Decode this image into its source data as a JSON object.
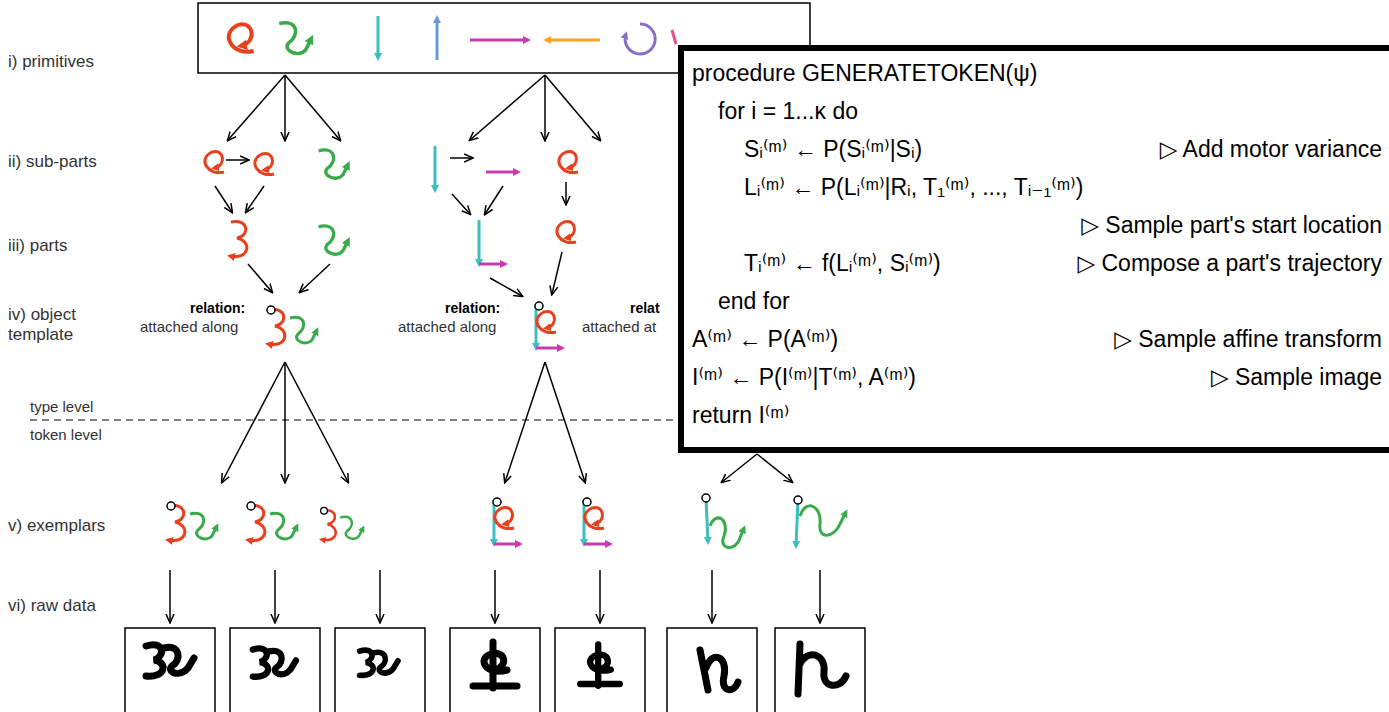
{
  "diagram": {
    "nodes": [
      {
        "text": [
          "procedure GENERATETOKEN(ψ)",
          "for i = 1...κ do",
          "Sᵢ⁽ᵐ⁾ ← P(Sᵢ⁽ᵐ⁾|Sᵢ)",
          "▷ Add motor variance",
          "Lᵢ⁽ᵐ⁾ ← P(Lᵢ⁽ᵐ⁾|Rᵢ, T₁⁽ᵐ⁾, ..., Tᵢ₋₁⁽ᵐ⁾)",
          "▷ Sample part's start location",
          "Tᵢ⁽ᵐ⁾ ← f(Lᵢ⁽ᵐ⁾, Sᵢ⁽ᵐ⁾)",
          "▷ Compose a part's trajectory",
          "end for",
          "A⁽ᵐ⁾ ← P(A⁽ᵐ⁾)",
          "▷ Sample affine transform",
          "I⁽ᵐ⁾ ← P(I⁽ᵐ⁾|T⁽ᵐ⁾, A⁽ᵐ⁾)",
          "▷ Sample image",
          "return I⁽ᵐ⁾"
        ]
      }
    ],
    "labels": [
      "i) primitives",
      "ii) sub-parts",
      "iii) parts",
      "iv) object template",
      "relation:",
      "attached along",
      "relation:",
      "attached along",
      "relat",
      "attached at",
      "type level",
      "token level",
      "v) exemplars",
      "vi) raw data"
    ]
  }
}
